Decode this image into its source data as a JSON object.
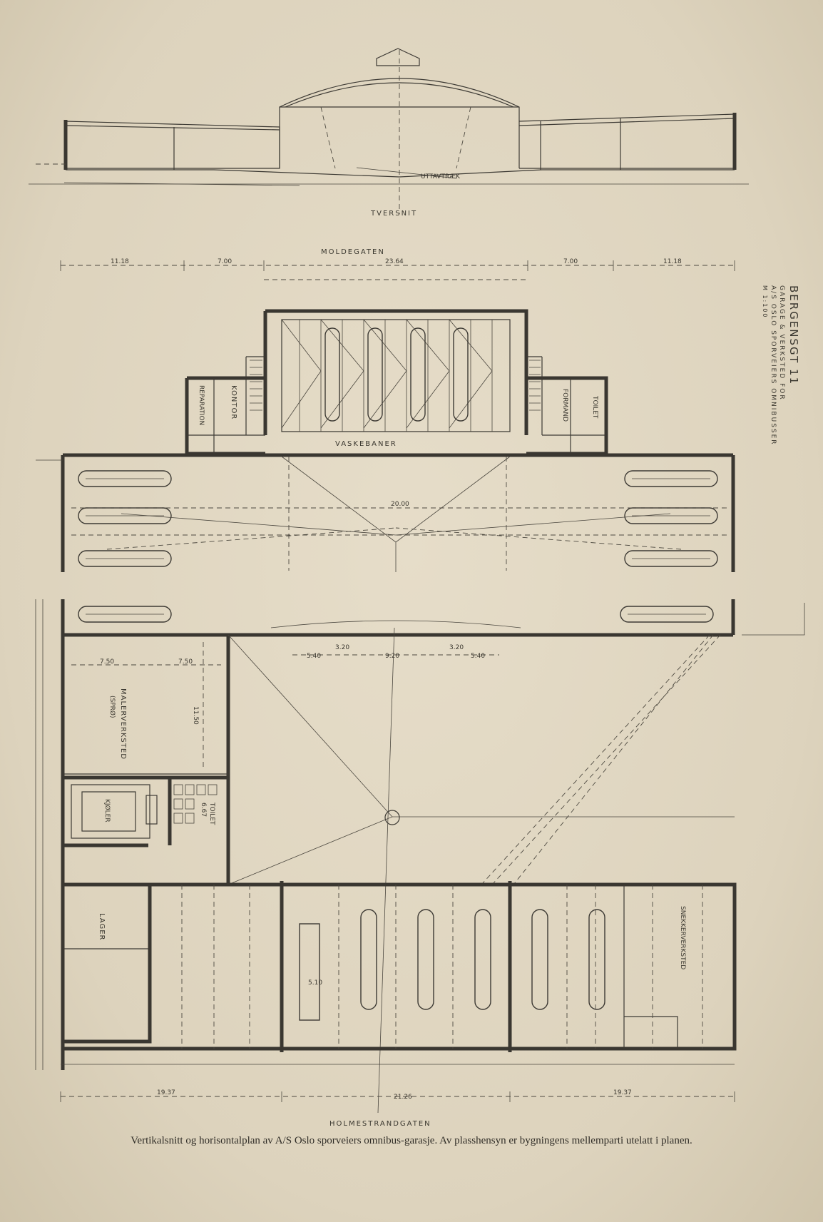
{
  "section": {
    "title": "TVERSNIT",
    "labels": [
      "UTTAVTRÆK"
    ]
  },
  "plan": {
    "street_top": "MOLDEGATEN",
    "street_bottom": "HOLMESTRANDGATEN",
    "rooms": {
      "washing": "VASKEBANER",
      "office": "KONTOR",
      "rest": "REPARATION",
      "foreman": "FORMAND",
      "toilet": "TOILET",
      "paint_shop": "MALERVERKSTED",
      "paint_shop_sub": "(SPRØ)",
      "warehouse": "LAGER",
      "carpentry": "SNEKKERVERKSTED",
      "toilet2": "TOILET",
      "toilet2_sub": "6.67",
      "cellar": "KJØLER"
    },
    "dimensions": {
      "top_total": "23.64",
      "top_left": "11.18",
      "top_mid_left": "7.00",
      "top_mid_right": "7.00",
      "top_right": "11.18",
      "span": "20.00",
      "bottom_left": "19.37",
      "bottom_mid": "21.26",
      "bottom_right": "19.37",
      "lower_mid": "9.20",
      "lower_a": "5.40",
      "lower_b": "5.40",
      "lower_c": "3.20",
      "lower_d": "3.20",
      "paint_w1": "7.50",
      "paint_w2": "7.50",
      "paint_h": "11.50",
      "bay": "5.10"
    }
  },
  "title_block": {
    "line1": "BERGENSGT 11",
    "line2": "GARAGE & VERKSTED FOR",
    "line3": "A/S OSLO SPORVEIERS OMNIBUSSER",
    "line4": "M 1:100"
  },
  "caption": "Vertikalsnitt og horisontalplan av A/S Oslo sporveiers omnibus-garasje.  Av plasshensyn er bygningens mellemparti utelatt i planen."
}
